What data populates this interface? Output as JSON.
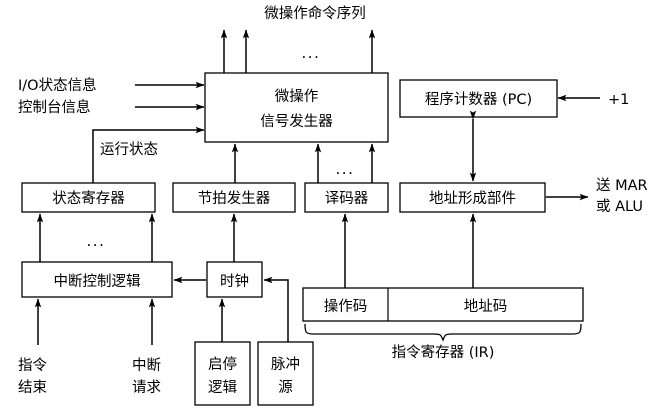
{
  "diagram": {
    "title": "微操作命令序列",
    "boxes": {
      "micro_op_gen_line1": "微操作",
      "micro_op_gen_line2": "信号发生器",
      "pc": "程序计数器 (PC)",
      "status_reg": "状态寄存器",
      "beat_gen": "节拍发生器",
      "decoder": "译码器",
      "addr_form": "地址形成部件",
      "int_ctrl_logic": "中断控制逻辑",
      "clock": "时钟",
      "opcode": "操作码",
      "addrcode": "地址码",
      "start_stop_l1": "启停",
      "start_stop_l2": "逻辑",
      "pulse_src_l1": "脉冲",
      "pulse_src_l2": "源"
    },
    "labels": {
      "io_status": "I/O状态信息",
      "console_info": "控制台信息",
      "run_status": "运行状态",
      "plus_one": "+1",
      "send_mar_l1": "送 MAR",
      "send_mar_l2": "或 ALU",
      "ir_caption": "指令寄存器 (IR)",
      "instr_end_l1": "指令",
      "instr_end_l2": "结束",
      "int_req_l1": "中断",
      "int_req_l2": "请求",
      "ellipsis_top": "...",
      "ellipsis_mid": "...",
      "ellipsis_left": "..."
    },
    "colors": {
      "stroke": "#000000",
      "fill": "#ffffff",
      "text": "#000000"
    }
  }
}
